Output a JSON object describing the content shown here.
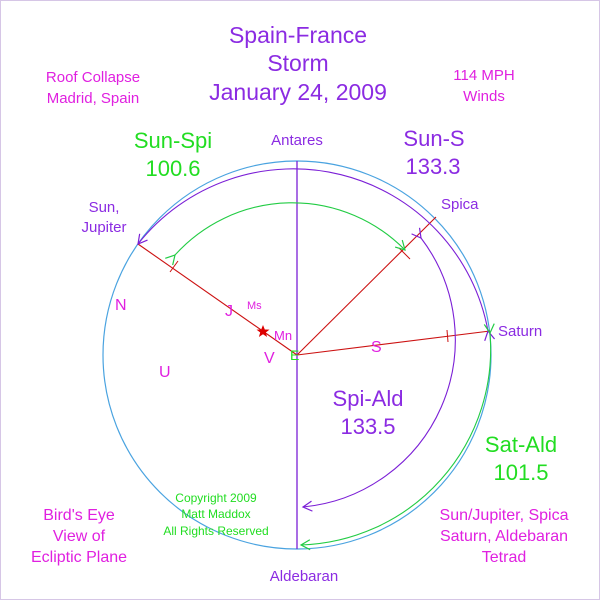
{
  "colors": {
    "purple": "#8b2be2",
    "magenta": "#e020e0",
    "green": "#22dd22",
    "red": "#cc1111",
    "circle_blue": "#4aa3e0",
    "arc_purple": "#7b1fd6",
    "arc_green": "#22cc44",
    "star_red": "#dd0000",
    "frame": "#d6c6e6"
  },
  "title": {
    "line1": "Spain-France",
    "line2": "Storm",
    "line3": "January 24, 2009"
  },
  "event_left": {
    "line1": "Roof Collapse",
    "line2": "Madrid, Spain"
  },
  "event_right": {
    "line1": "114 MPH",
    "line2": "Winds"
  },
  "angles": {
    "sun_spi": {
      "label": "Sun-Spi",
      "value": "100.6"
    },
    "sun_s": {
      "label": "Sun-S",
      "value": "133.3"
    },
    "spi_ald": {
      "label": "Spi-Ald",
      "value": "133.5"
    },
    "sat_ald": {
      "label": "Sat-Ald",
      "value": "101.5"
    }
  },
  "stars": {
    "antares": "Antares",
    "aldebaran": "Aldebaran",
    "spica": "Spica",
    "saturn": "Saturn",
    "sun_jupiter_line1": "Sun,",
    "sun_jupiter_line2": "Jupiter"
  },
  "planets": {
    "earth": "E",
    "jupiter": "J",
    "mars": "Ms",
    "moon": "Mn",
    "venus": "V",
    "uranus": "U",
    "neptune": "N",
    "saturn_inner": "S"
  },
  "caption_left": {
    "line1": "Bird's Eye",
    "line2": "View of",
    "line3": "Ecliptic Plane"
  },
  "copyright": {
    "line1": "Copyright 2009",
    "line2": "Matt Maddox",
    "line3": "All Rights Reserved"
  },
  "caption_right": {
    "line1": "Sun/Jupiter, Spica",
    "line2": "Saturn, Aldebaran",
    "line3": "Tetrad"
  }
}
